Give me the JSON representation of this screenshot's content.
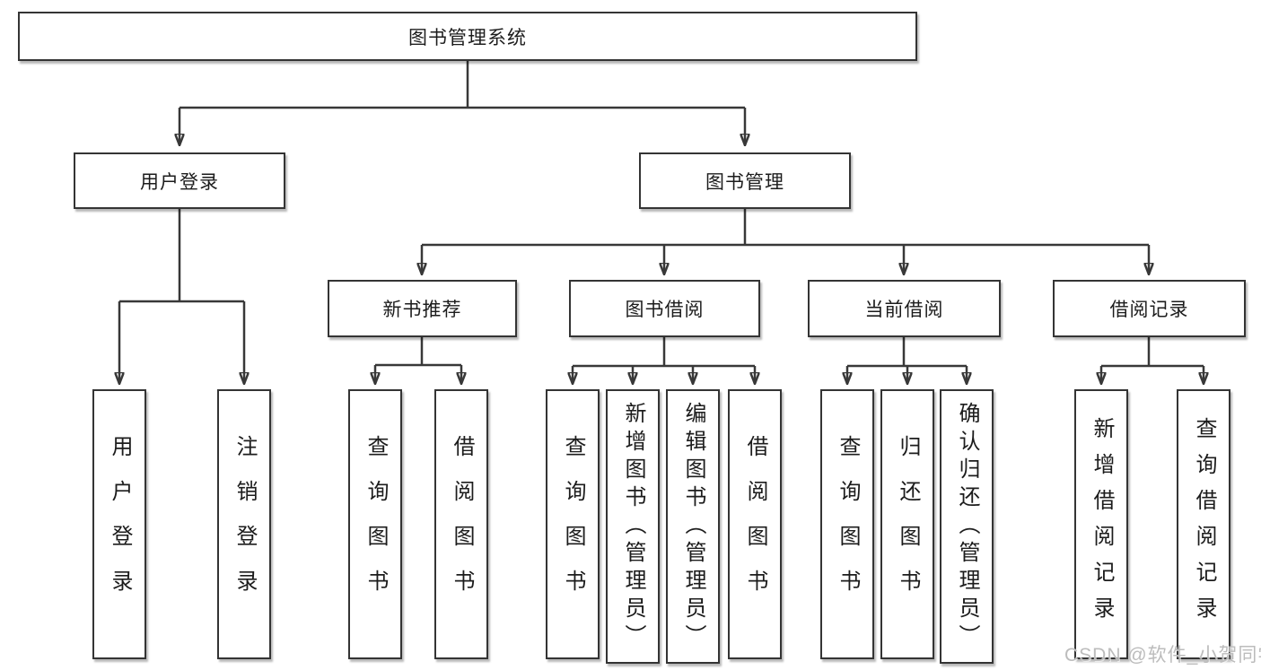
{
  "diagram": {
    "type": "hierarchy-tree",
    "hierarchy": {
      "label": "图书管理系统",
      "children": [
        {
          "label": "用户登录",
          "children": [
            {
              "label": "用户登录"
            },
            {
              "label": "注销登录"
            }
          ]
        },
        {
          "label": "图书管理",
          "children": [
            {
              "label": "新书推荐",
              "children": [
                {
                  "label": "查询图书"
                },
                {
                  "label": "借阅图书"
                }
              ]
            },
            {
              "label": "图书借阅",
              "children": [
                {
                  "label": "查询图书"
                },
                {
                  "label": "新增图书（管理员）"
                },
                {
                  "label": "编辑图书（管理员）"
                },
                {
                  "label": "借阅图书"
                }
              ]
            },
            {
              "label": "当前借阅",
              "children": [
                {
                  "label": "查询图书"
                },
                {
                  "label": "归还图书"
                },
                {
                  "label": "确认归还（管理员）"
                }
              ]
            },
            {
              "label": "借阅记录",
              "children": [
                {
                  "label": "新增借阅记录"
                },
                {
                  "label": "查询借阅记录"
                }
              ]
            }
          ]
        }
      ]
    },
    "colors": {
      "box_border": "#343434",
      "connector_line": "#383838",
      "arrowhead": "#2f2f2f",
      "text": "#1c1c1c",
      "background": "#ffffff",
      "watermark": "#bcbcbc"
    }
  },
  "watermark": {
    "text": "CSDN @软件_小贺同学"
  }
}
